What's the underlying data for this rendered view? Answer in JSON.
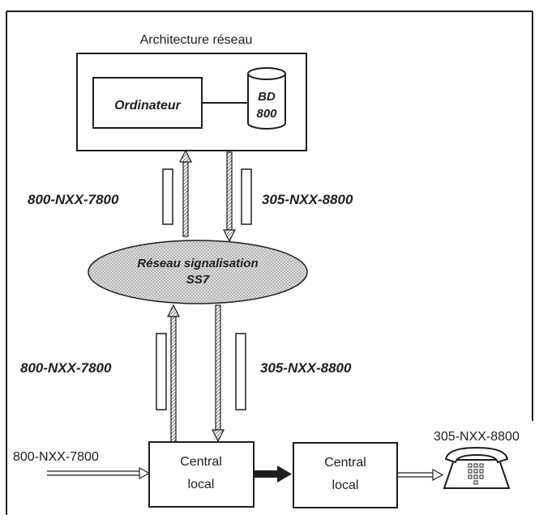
{
  "diagram": {
    "title": "Architecture réseau",
    "computer_label": "Ordinateur",
    "database_label_line1": "BD",
    "database_label_line2": "800",
    "network_line1": "Réseau signalisation",
    "network_line2": "SS7",
    "upper_left_number": "800-NXX-7800",
    "upper_right_number": "305-NXX-8800",
    "lower_left_number": "800-NXX-7800",
    "lower_right_number": "305-NXX-8800",
    "incoming_number": "800-NXX-7800",
    "destination_number": "305-NXX-8800",
    "central1_line1": "Central",
    "central1_line2": "local",
    "central2_line1": "Central",
    "central2_line2": "local"
  },
  "colors": {
    "ink": "#1e1e1e",
    "cloud_fill": "#d4d4d4"
  },
  "icons": [
    "telephone-icon"
  ]
}
